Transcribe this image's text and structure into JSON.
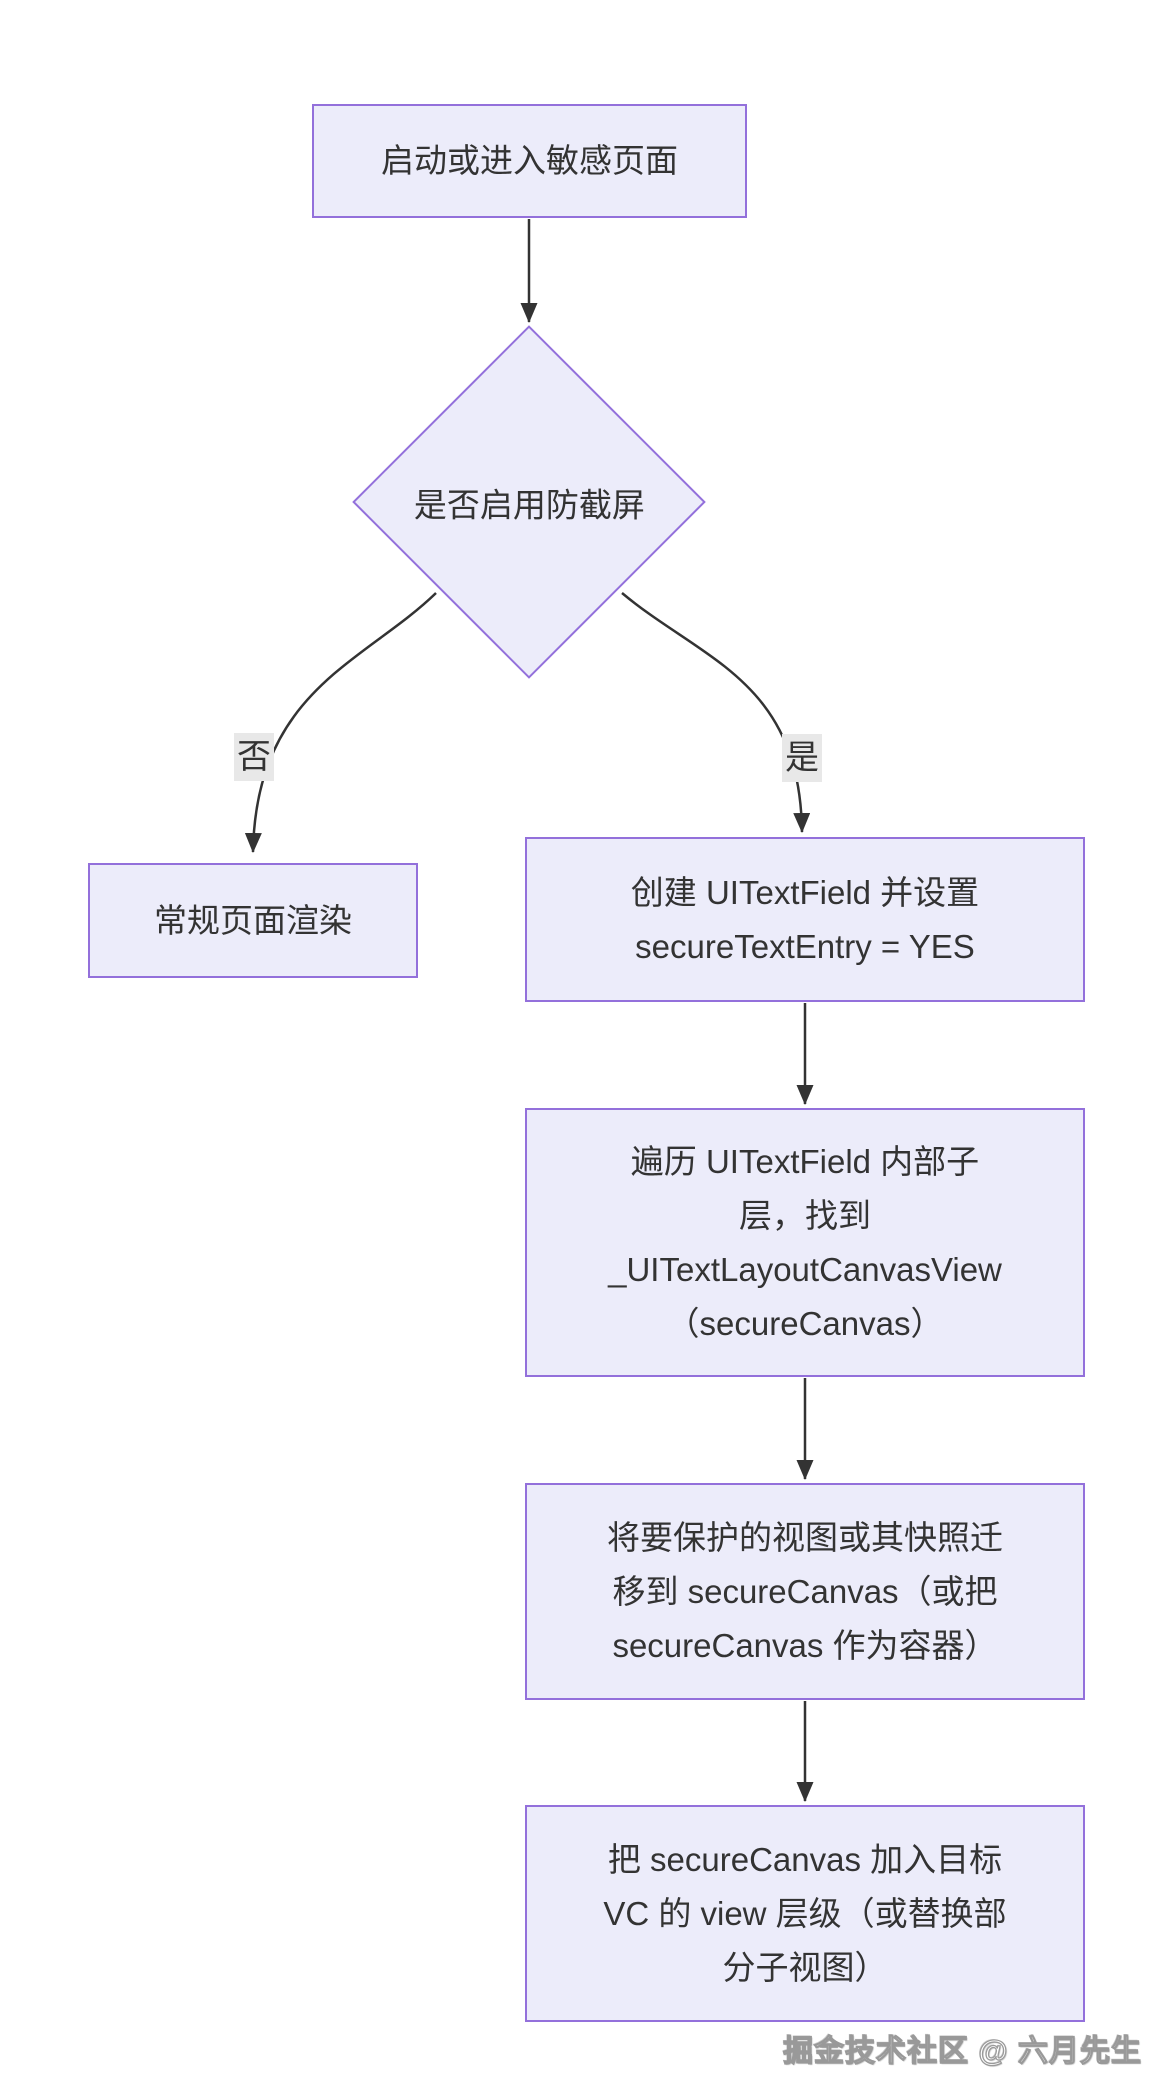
{
  "theme": {
    "background": "#ffffff",
    "node_fill": "#ececfa",
    "node_border": "#9370db",
    "node_text": "#333333",
    "edge_color": "#333333",
    "edge_label_bg": "#e8e8e8",
    "watermark_color": "#ffffff",
    "watermark_outline": "#999999"
  },
  "flow": {
    "nodes": {
      "start": {
        "text": "启动或进入敏感页面"
      },
      "decision": {
        "text": "是否启用防截屏"
      },
      "regular": {
        "text": "常规页面渲染"
      },
      "step1": {
        "lines": [
          "创建 UITextField 并设置",
          "secureTextEntry = YES"
        ]
      },
      "step2": {
        "lines": [
          "遍历 UITextField 内部子",
          "层，找到",
          "_UITextLayoutCanvasView",
          "（secureCanvas）"
        ]
      },
      "step3": {
        "lines": [
          "将要保护的视图或其快照迁",
          "移到 secureCanvas（或把",
          "secureCanvas 作为容器）"
        ]
      },
      "step4": {
        "lines": [
          "把 secureCanvas 加入目标",
          "VC 的 view 层级（或替换部",
          "分子视图）"
        ]
      }
    },
    "edge_labels": {
      "no": "否",
      "yes": "是"
    }
  },
  "watermark": {
    "text": "掘金技术社区 @ 六月先生"
  }
}
